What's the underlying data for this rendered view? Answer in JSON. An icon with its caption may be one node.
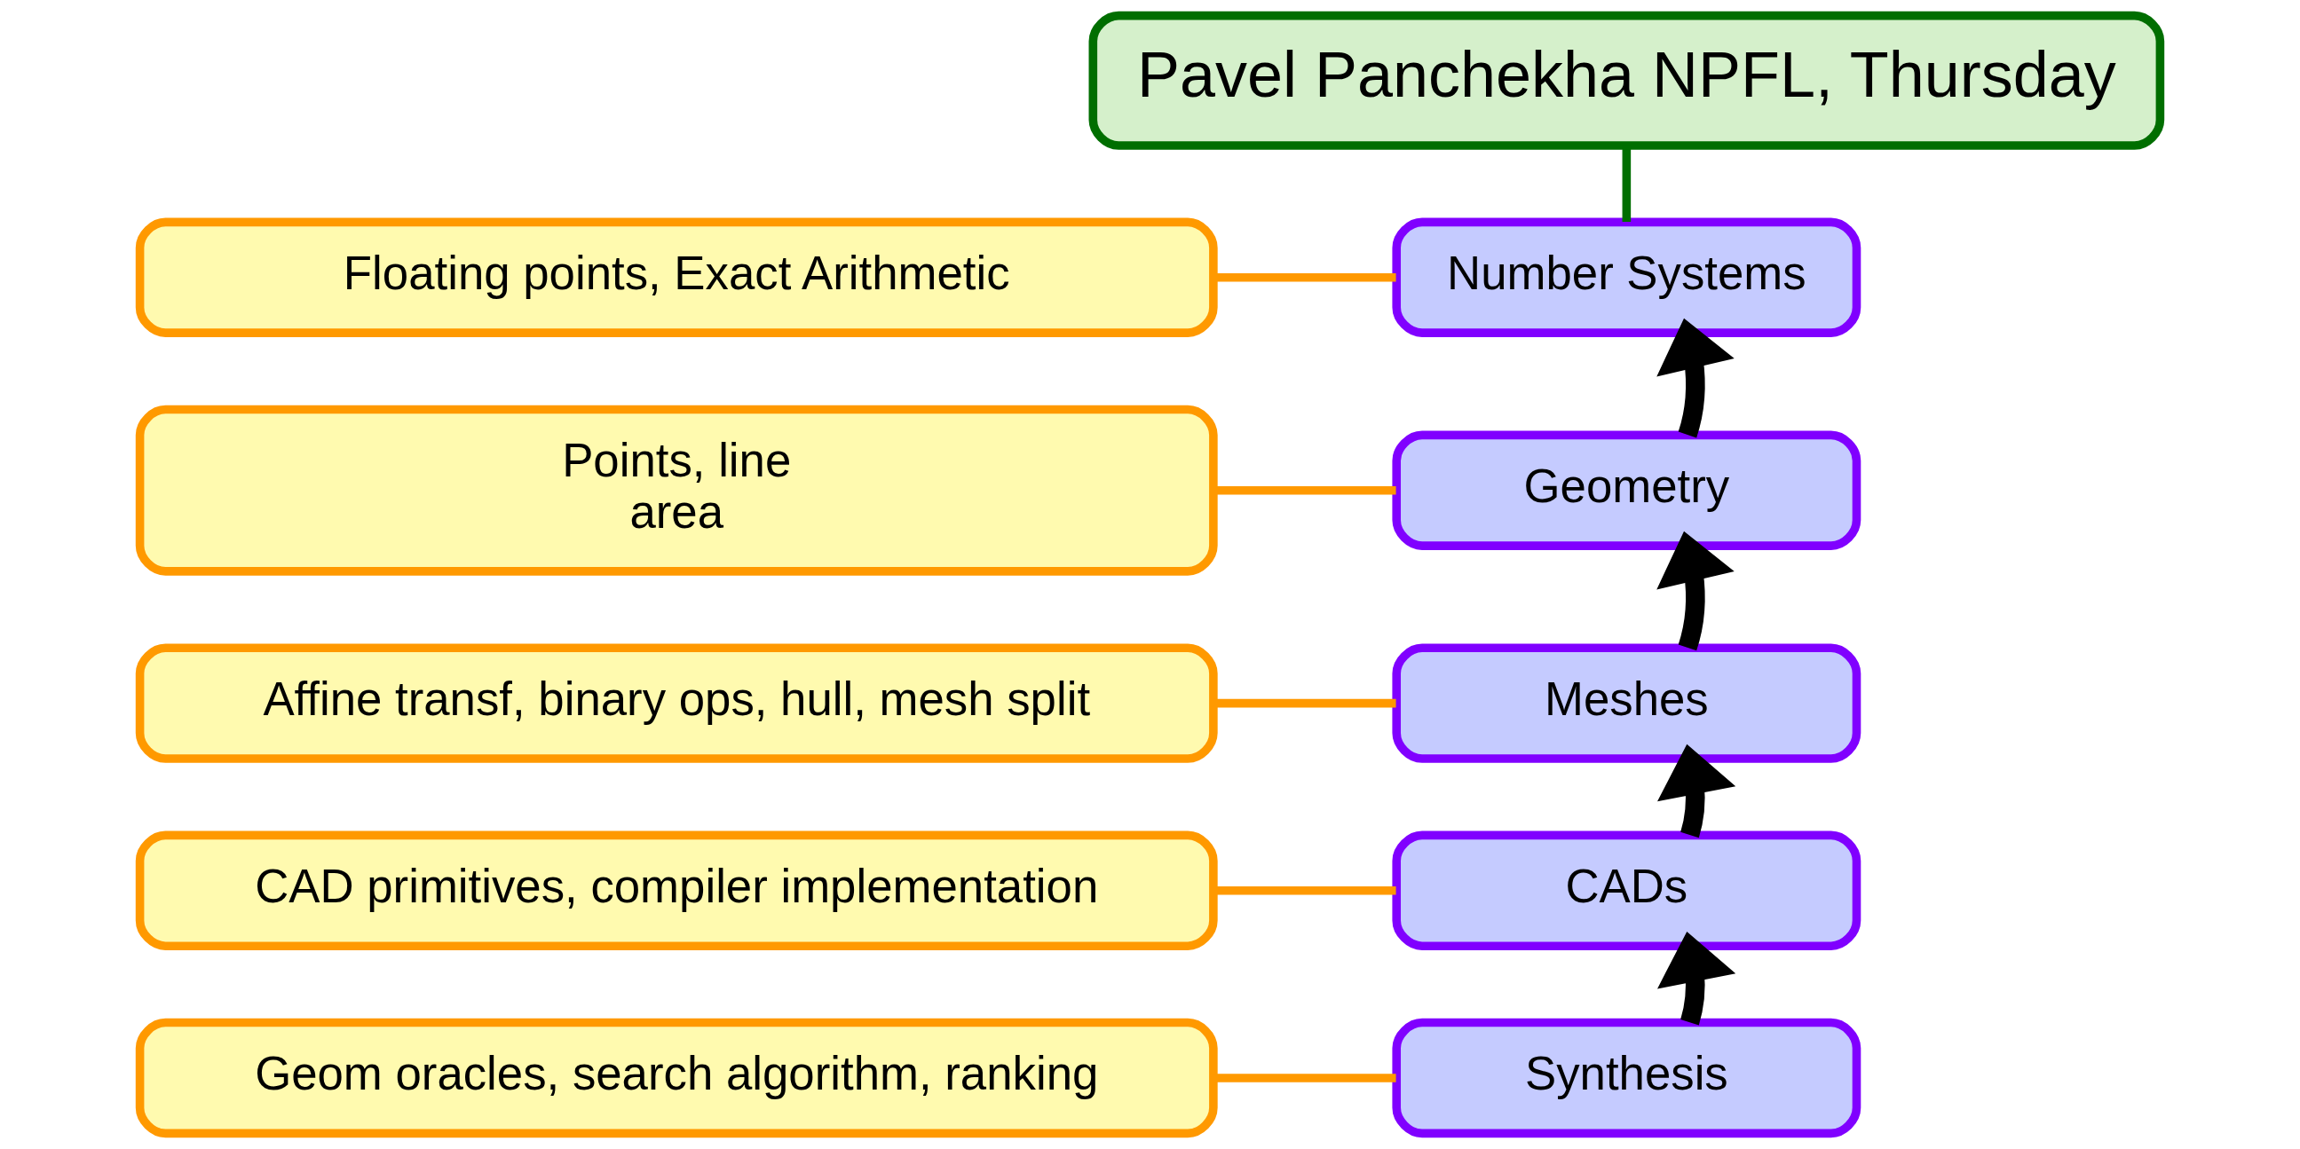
{
  "diagram": {
    "nodes": [
      {
        "text": [
          "Floating points, Exact Arithmetic"
        ]
      },
      {
        "text": [
          "Number Systems"
        ]
      },
      {
        "text": [
          "Pavel Panchekha NPFL, Thursday"
        ]
      },
      {
        "text": [
          "Points, line",
          "area"
        ]
      },
      {
        "text": [
          "Geometry"
        ]
      },
      {
        "text": [
          "Affine transf, binary ops, hull, mesh split"
        ]
      },
      {
        "text": [
          "Meshes"
        ]
      },
      {
        "text": [
          "CAD primitives, compiler implementation"
        ]
      },
      {
        "text": [
          "CADs"
        ]
      },
      {
        "text": [
          "Geom oracles, search algorithm, ranking"
        ]
      },
      {
        "text": [
          "Synthesis"
        ]
      }
    ],
    "edges": [
      {
        "from": 0,
        "to": 1,
        "arrow": "none"
      },
      {
        "from": 2,
        "to": 1,
        "arrow": "none",
        "color": "#006e00"
      },
      {
        "from": 3,
        "to": 4,
        "arrow": "none"
      },
      {
        "from": 5,
        "to": 6,
        "arrow": "none"
      },
      {
        "from": 7,
        "to": 8,
        "arrow": "none"
      },
      {
        "from": 9,
        "to": 10,
        "arrow": "none"
      },
      {
        "from": 4,
        "to": 1,
        "arrow": "to",
        "style": "thick",
        "color": "#000000"
      },
      {
        "from": 6,
        "to": 4,
        "arrow": "to",
        "style": "thick",
        "color": "#000000"
      },
      {
        "from": 8,
        "to": 6,
        "arrow": "to",
        "style": "thick",
        "color": "#000000"
      },
      {
        "from": 10,
        "to": 8,
        "arrow": "to",
        "style": "thick",
        "color": "#000000"
      }
    ]
  }
}
